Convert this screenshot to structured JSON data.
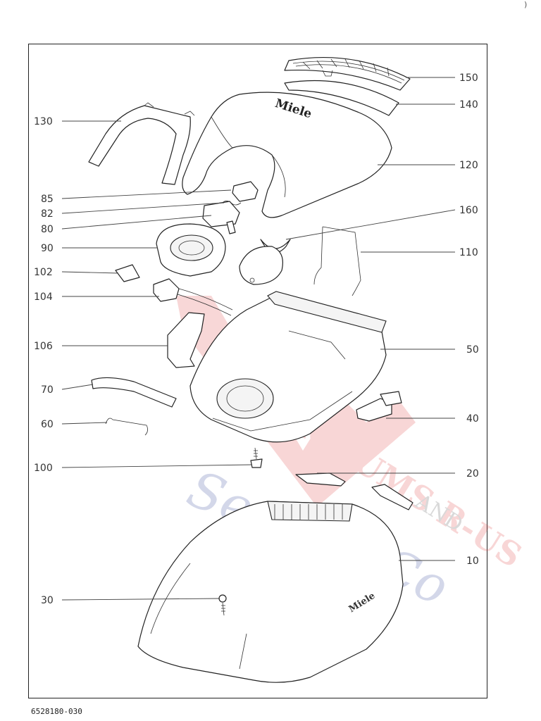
{
  "document": {
    "id": "6528180-030",
    "corner_mark": ")"
  },
  "brand": {
    "logo_text": "Miele"
  },
  "watermark": {
    "line1": "VACUUMS R-US",
    "line2": "Sewing Co",
    "line3": "AND",
    "color_red": "#e04b4b",
    "color_blue": "#3b4f9e"
  },
  "callouts_left": [
    "130",
    "85",
    "82",
    "80",
    "90",
    "102",
    "104",
    "106",
    "70",
    "60",
    "100",
    "30"
  ],
  "callouts_right": [
    "150",
    "140",
    "120",
    "160",
    "110",
    "50",
    "40",
    "20",
    "10"
  ]
}
